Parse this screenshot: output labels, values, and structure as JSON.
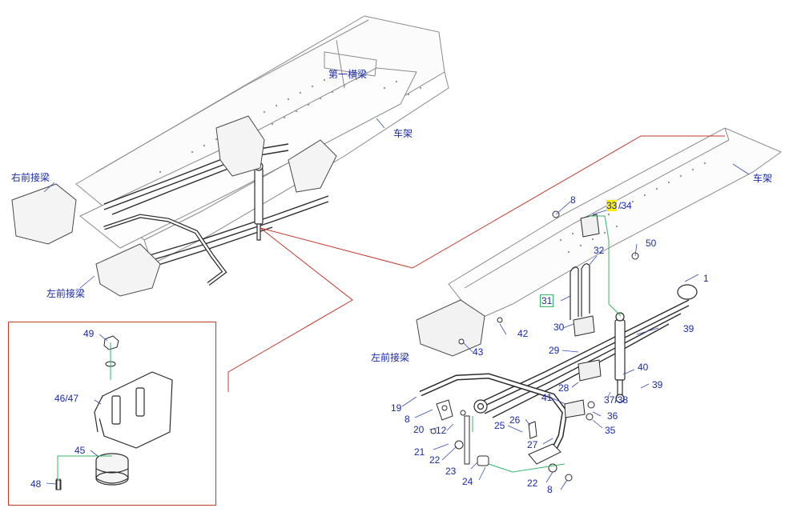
{
  "labels": {
    "frame_top": "车架",
    "frame_right": "车架",
    "crossmember_1": "第一横梁",
    "right_front_bracket": "右前接梁",
    "left_front_bracket_top": "左前接梁",
    "left_front_bracket_right": "左前接梁"
  },
  "parts_main": [
    {
      "id": "p1",
      "text": "1"
    },
    {
      "id": "p8a",
      "text": "8"
    },
    {
      "id": "p33",
      "text": "33"
    },
    {
      "id": "p34",
      "text": "/34"
    },
    {
      "id": "p50",
      "text": "50"
    },
    {
      "id": "p32",
      "text": "32"
    },
    {
      "id": "p31",
      "text": "31"
    },
    {
      "id": "p30",
      "text": "30"
    },
    {
      "id": "p42",
      "text": "42"
    },
    {
      "id": "p39a",
      "text": "39"
    },
    {
      "id": "p29",
      "text": "29"
    },
    {
      "id": "p43",
      "text": "43"
    },
    {
      "id": "p40",
      "text": "40"
    },
    {
      "id": "p39b",
      "text": "39"
    },
    {
      "id": "p28",
      "text": "28"
    },
    {
      "id": "p3738",
      "text": "37/38"
    },
    {
      "id": "p41",
      "text": "41"
    },
    {
      "id": "p36",
      "text": "36"
    },
    {
      "id": "p19",
      "text": "19"
    },
    {
      "id": "p8b",
      "text": "8"
    },
    {
      "id": "p26",
      "text": "26"
    },
    {
      "id": "p25",
      "text": "25"
    },
    {
      "id": "p35",
      "text": "35"
    },
    {
      "id": "p20",
      "text": "20"
    },
    {
      "id": "p12",
      "text": "12"
    },
    {
      "id": "p27",
      "text": "27"
    },
    {
      "id": "p21",
      "text": "21"
    },
    {
      "id": "p22a",
      "text": "22"
    },
    {
      "id": "p23",
      "text": "23"
    },
    {
      "id": "p24",
      "text": "24"
    },
    {
      "id": "p22b",
      "text": "22"
    },
    {
      "id": "p8c",
      "text": "8"
    }
  ],
  "parts_callout": [
    {
      "id": "c49",
      "text": "49"
    },
    {
      "id": "c4647",
      "text": "46/47"
    },
    {
      "id": "c45",
      "text": "45"
    },
    {
      "id": "c48",
      "text": "48"
    }
  ],
  "colors": {
    "label_blue": "#1a2aa8",
    "leader_red": "#c0392b",
    "leader_green": "#35b56a",
    "highlight_yellow": "#ffee00",
    "line_gray": "#8a8a8a",
    "line_dark": "#2b2b2b"
  }
}
